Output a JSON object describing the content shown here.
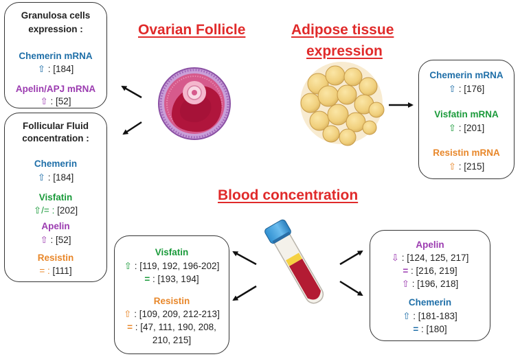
{
  "titles": {
    "ovarian_follicle": "Ovarian Follicle",
    "adipose_line1": "Adipose tissue",
    "adipose_line2": "expression",
    "blood": "Blood concentration"
  },
  "granulosa": {
    "header_line1": "Granulosa cells",
    "header_line2": "expression :",
    "chemerin_label": "Chemerin mRNA",
    "chemerin_arrow": "⇧",
    "chemerin_ref": " : [184]",
    "apelin_label": "Apelin/APJ mRNA",
    "apelin_arrow": "⇧",
    "apelin_ref": " : [52]"
  },
  "follicular_fluid": {
    "header_line1": "Follicular Fluid",
    "header_line2": "concentration :",
    "chemerin_label": "Chemerin",
    "chemerin_arrow": "⇧",
    "chemerin_ref": " : [184]",
    "visfatin_label": "Visfatin",
    "visfatin_arrow": "⇧/= :",
    "visfatin_ref": " [202]",
    "apelin_label": "Apelin",
    "apelin_arrow": "⇧",
    "apelin_ref": " :  [52]",
    "resistin_label": "Resistin",
    "resistin_arrow": "= :",
    "resistin_ref": "  [111]"
  },
  "adipose": {
    "chemerin_label": "Chemerin mRNA",
    "chemerin_arrow": "⇧",
    "chemerin_ref": " : [176]",
    "visfatin_label": "Visfatin mRNA",
    "visfatin_arrow": "⇧",
    "visfatin_ref": " : [201]",
    "resistin_label": "Resistin mRNA",
    "resistin_arrow": "⇧",
    "resistin_ref": " : [215]"
  },
  "blood_left": {
    "visfatin_label": "Visfatin",
    "visfatin_up_arrow": "⇧",
    "visfatin_up_ref": " : [119, 192, 196-202]",
    "visfatin_eq_arrow": "=",
    "visfatin_eq_ref": " : [193, 194]",
    "resistin_label": "Resistin",
    "resistin_up_arrow": "⇧",
    "resistin_up_ref": " : [109, 209, 212-213]",
    "resistin_eq_arrow": "=",
    "resistin_eq_ref": " : [47, 111, 190, 208,",
    "resistin_eq_ref2": "210, 215]"
  },
  "blood_right": {
    "apelin_label": "Apelin",
    "apelin_down_arrow": "⇩",
    "apelin_down_ref": " : [124, 125, 217]",
    "apelin_eq_arrow": "=",
    "apelin_eq_ref": " : [216, 219]",
    "apelin_up_arrow": "⇧",
    "apelin_up_ref": " : [196, 218]",
    "chemerin_label": "Chemerin",
    "chemerin_up_arrow": "⇧",
    "chemerin_up_ref": " : [181-183]",
    "chemerin_eq_arrow": "=",
    "chemerin_eq_ref": " : [180]"
  },
  "colors": {
    "title_red": "#e02a2a",
    "chemerin_blue": "#1f6fa8",
    "visfatin_green": "#1a9a3a",
    "apelin_purple": "#9b3bb0",
    "resistin_orange": "#e8872a"
  }
}
